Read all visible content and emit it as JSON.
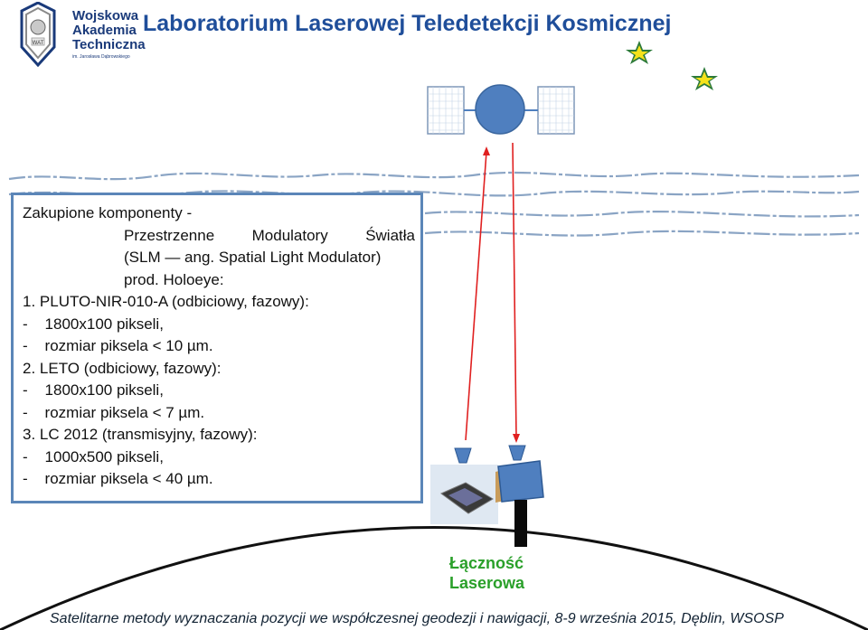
{
  "logo": {
    "line1": "Wojskowa",
    "line2": "Akademia",
    "line3": "Techniczna",
    "subtitle": "im. Jarosława Dąbrowskiego",
    "emblem_text": "WAT"
  },
  "title": "Laboratorium Laserowej Teledetekcji Kosmicznej",
  "content": {
    "intro": "Zakupione komponenty -",
    "slm_words": [
      "Przestrzenne",
      "Modulatory",
      "Światła"
    ],
    "slm_note": "(SLM — ang. Spatial Light Modulator)",
    "vendor": "prod. Holoeye:",
    "items": [
      {
        "heading": "1. PLUTO-NIR-010-A (odbiciowy, fazowy):",
        "specs": [
          "-    1800x100 pikseli,",
          "-    rozmiar piksela < 10 µm."
        ]
      },
      {
        "heading": "2. LETO (odbiciowy, fazowy):",
        "specs": [
          "-    1800x100 pikseli,",
          "-    rozmiar piksela < 7 µm."
        ]
      },
      {
        "heading": "3. LC 2012 (transmisyjny, fazowy):",
        "specs": [
          "-    1000x500 pikseli,",
          "-    rozmiar piksela < 40 µm."
        ]
      }
    ]
  },
  "laser_label": {
    "line1": "Łączność",
    "line2": "Laserowa"
  },
  "footer": "Satelitarne metody wyznaczania pozycji we współczesnej geodezji i nawigacji, 8-9 września 2015, Dęblin, WSOSP",
  "colors": {
    "title": "#1f4e9a",
    "box_border": "#5b86b8",
    "satellite": "#4f7fbf",
    "beam": "#e02020",
    "laser_label": "#2aa02a",
    "star_fill": "#f5e21a",
    "star_outline": "#2c7a3a"
  }
}
